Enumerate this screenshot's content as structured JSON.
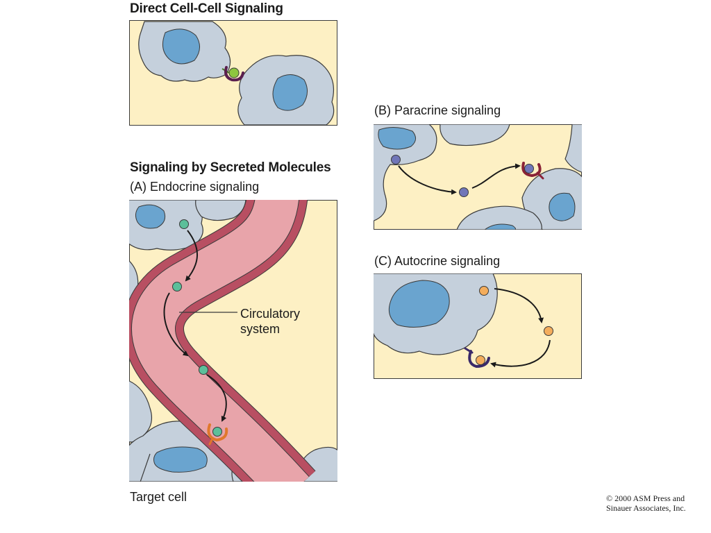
{
  "headings": {
    "direct": "Direct Cell-Cell Signaling",
    "secreted": "Signaling by Secreted Molecules"
  },
  "panels": {
    "endocrine": {
      "label": "(A)  Endocrine signaling",
      "callout_line1": "Circulatory",
      "callout_line2": "system",
      "target_label": "Target cell"
    },
    "paracrine": {
      "label": "(B)  Paracrine signaling"
    },
    "autocrine": {
      "label": "(C)  Autocrine signaling"
    }
  },
  "copyright": {
    "line1": "© 2000 ASM Press and",
    "line2": "Sinauer Associates, Inc."
  },
  "colors": {
    "background": "#fdf0c4",
    "cell": "#c5d0dc",
    "nucleus": "#6aa4cf",
    "vessel": "#e8a4aa",
    "vessel_wall": "#b84f62",
    "endocrine_molecule": "#5cbf9a",
    "paracrine_molecule": "#7076b8",
    "autocrine_molecule": "#f4ad5c",
    "direct_molecule": "#8ec63f",
    "receptor_dark": "#5a1f4e",
    "receptor_orange": "#e0782c"
  }
}
